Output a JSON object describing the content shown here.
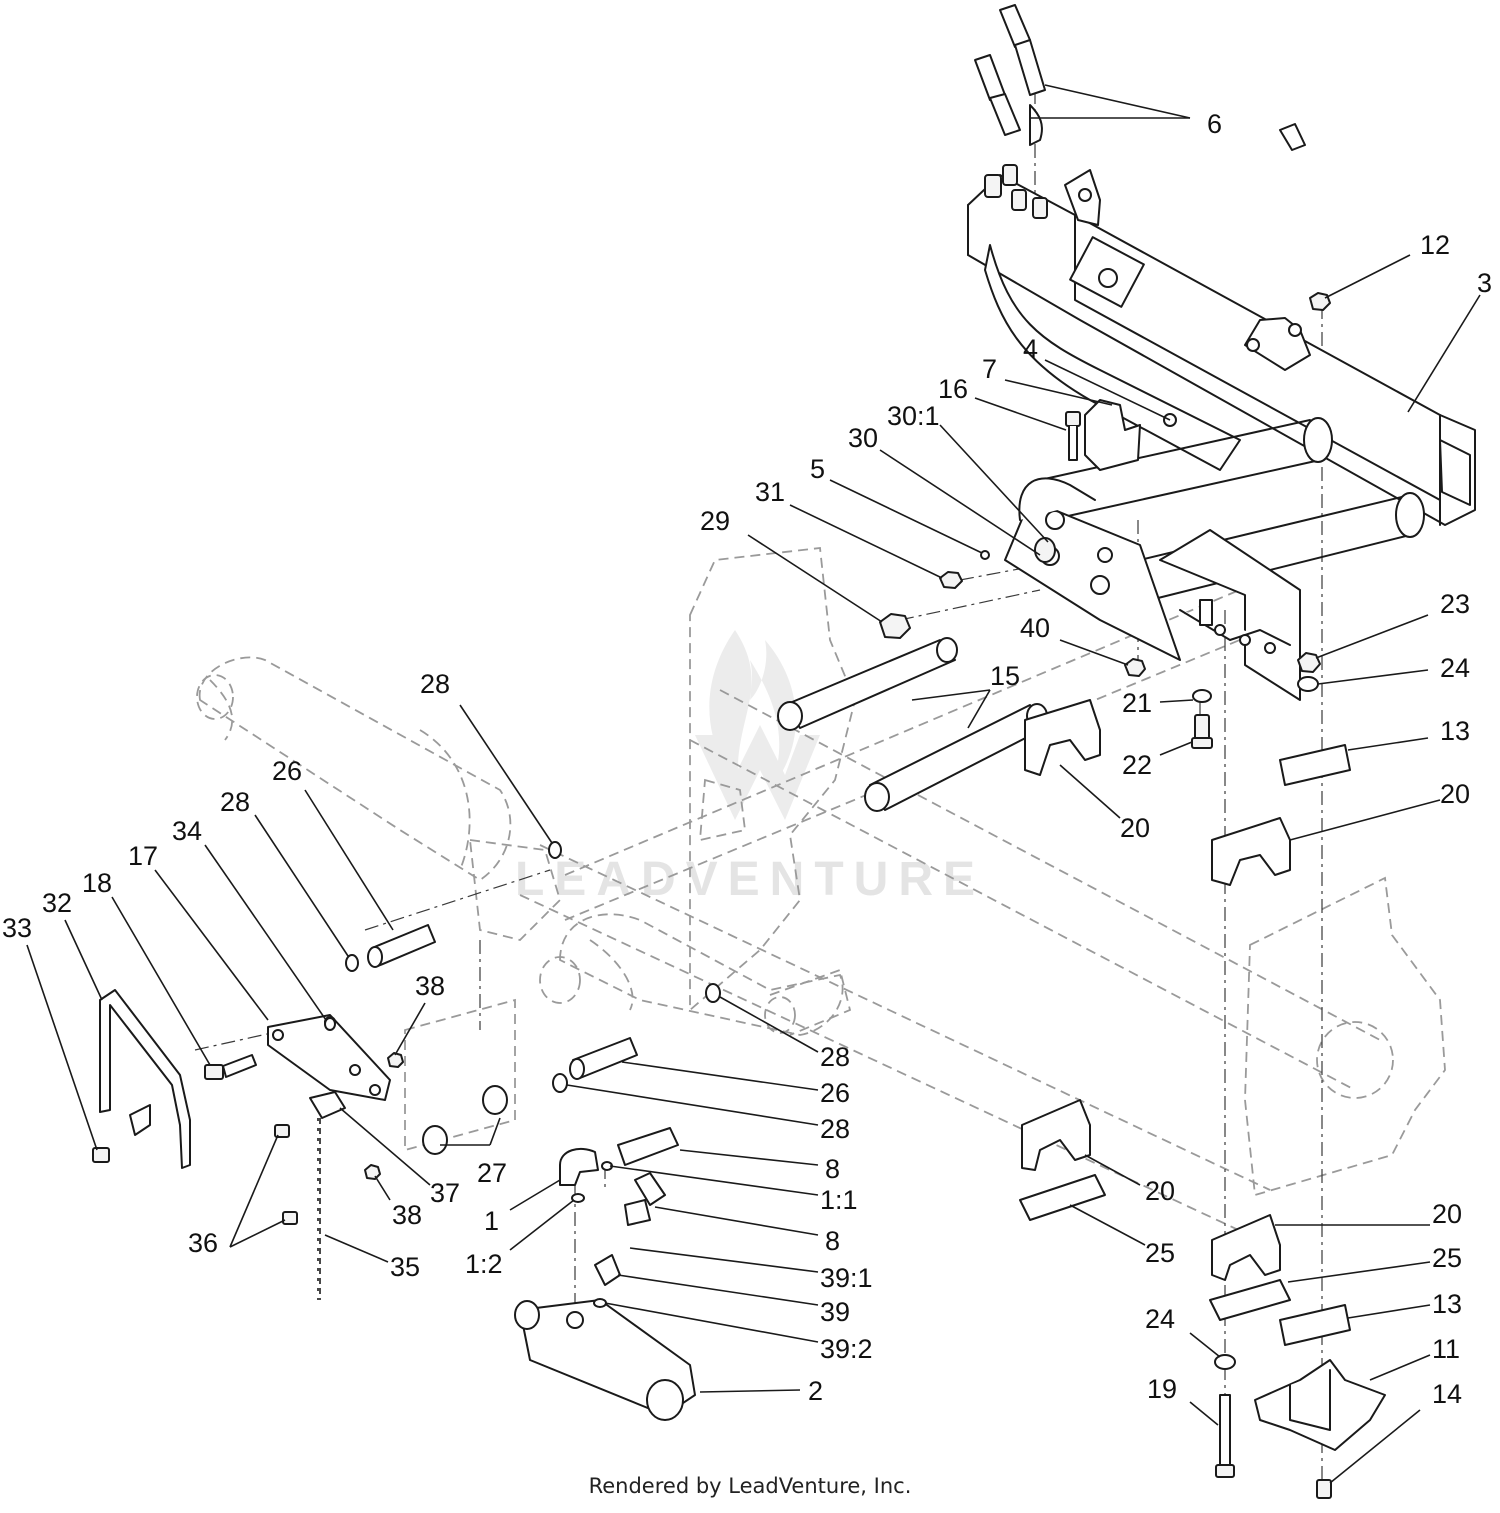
{
  "watermark": "LEADVENTURE",
  "footer": {
    "credit": "Rendered by LeadVenture, Inc."
  },
  "callouts": [
    {
      "id": "c6",
      "label": "6"
    },
    {
      "id": "c12",
      "label": "12"
    },
    {
      "id": "c3",
      "label": "3"
    },
    {
      "id": "c4",
      "label": "4"
    },
    {
      "id": "c7",
      "label": "7"
    },
    {
      "id": "c16",
      "label": "16"
    },
    {
      "id": "c30_1",
      "label": "30:1"
    },
    {
      "id": "c30",
      "label": "30"
    },
    {
      "id": "c5",
      "label": "5"
    },
    {
      "id": "c31",
      "label": "31"
    },
    {
      "id": "c29",
      "label": "29"
    },
    {
      "id": "c23",
      "label": "23"
    },
    {
      "id": "c24a",
      "label": "24"
    },
    {
      "id": "c40",
      "label": "40"
    },
    {
      "id": "c15",
      "label": "15"
    },
    {
      "id": "c21",
      "label": "21"
    },
    {
      "id": "c22",
      "label": "22"
    },
    {
      "id": "c13a",
      "label": "13"
    },
    {
      "id": "c20a",
      "label": "20"
    },
    {
      "id": "c20b",
      "label": "20"
    },
    {
      "id": "c28a",
      "label": "28"
    },
    {
      "id": "c26a",
      "label": "26"
    },
    {
      "id": "c28b",
      "label": "28"
    },
    {
      "id": "c34",
      "label": "34"
    },
    {
      "id": "c17",
      "label": "17"
    },
    {
      "id": "c18",
      "label": "18"
    },
    {
      "id": "c32",
      "label": "32"
    },
    {
      "id": "c33",
      "label": "33"
    },
    {
      "id": "c38a",
      "label": "38"
    },
    {
      "id": "c28c",
      "label": "28"
    },
    {
      "id": "c26b",
      "label": "26"
    },
    {
      "id": "c28d",
      "label": "28"
    },
    {
      "id": "c27",
      "label": "27"
    },
    {
      "id": "c8a",
      "label": "8"
    },
    {
      "id": "c1_1",
      "label": "1:1"
    },
    {
      "id": "c1",
      "label": "1"
    },
    {
      "id": "c1_2",
      "label": "1:2"
    },
    {
      "id": "c8b",
      "label": "8"
    },
    {
      "id": "c39_1",
      "label": "39:1"
    },
    {
      "id": "c39",
      "label": "39"
    },
    {
      "id": "c39_2",
      "label": "39:2"
    },
    {
      "id": "c2",
      "label": "2"
    },
    {
      "id": "c37",
      "label": "37"
    },
    {
      "id": "c36",
      "label": "36"
    },
    {
      "id": "c38b",
      "label": "38"
    },
    {
      "id": "c35",
      "label": "35"
    },
    {
      "id": "c20c",
      "label": "20"
    },
    {
      "id": "c25a",
      "label": "25"
    },
    {
      "id": "c20d",
      "label": "20"
    },
    {
      "id": "c25b",
      "label": "25"
    },
    {
      "id": "c13b",
      "label": "13"
    },
    {
      "id": "c24b",
      "label": "24"
    },
    {
      "id": "c11",
      "label": "11"
    },
    {
      "id": "c19",
      "label": "19"
    },
    {
      "id": "c14",
      "label": "14"
    }
  ]
}
